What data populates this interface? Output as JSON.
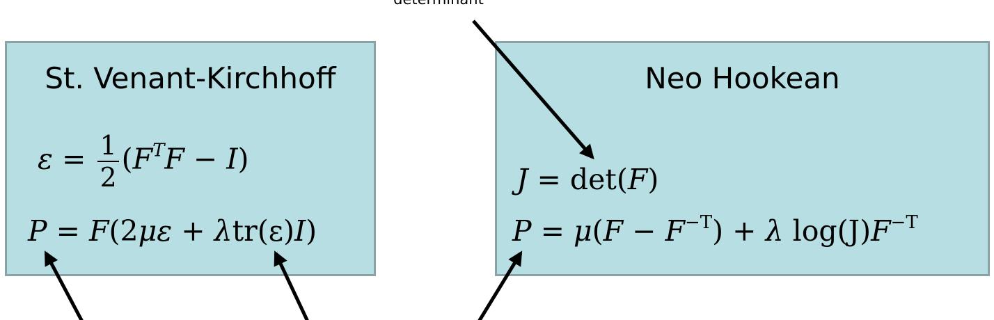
{
  "annotation": {
    "top_label": "determinant"
  },
  "left_box": {
    "title": "St. Venant-Kirchhoff",
    "eq1": {
      "lhs": "ε",
      "eq": " = ",
      "frac_num": "1",
      "frac_den": "2",
      "open": "(",
      "F1": "F",
      "T_sup": "T",
      "F2": "F",
      "minus": " − ",
      "I": "I",
      "close": ")"
    },
    "eq2": {
      "P": "P",
      "eq": " = ",
      "F": "F",
      "open": "(2",
      "mu": "μ",
      "eps": "ε",
      "plus": " + ",
      "lambda": "λ",
      "tr": "tr",
      "inner": "(ε)",
      "I": "I",
      "close": ")"
    }
  },
  "right_box": {
    "title": "Neo Hookean",
    "eq1": {
      "J": "J",
      "eq": " = ",
      "det": "det",
      "open": "(",
      "F": "F",
      "close": ")"
    },
    "eq2": {
      "P": "P",
      "eq": " = ",
      "mu": "μ",
      "open": "(",
      "F1": "F",
      "minus": " − ",
      "F2": "F",
      "sup1": "−T",
      "close": ")",
      "plus": " + ",
      "lambda": "λ",
      "log": " log",
      "Jpart": "(J)",
      "F3": "F",
      "sup2": "−T"
    }
  }
}
